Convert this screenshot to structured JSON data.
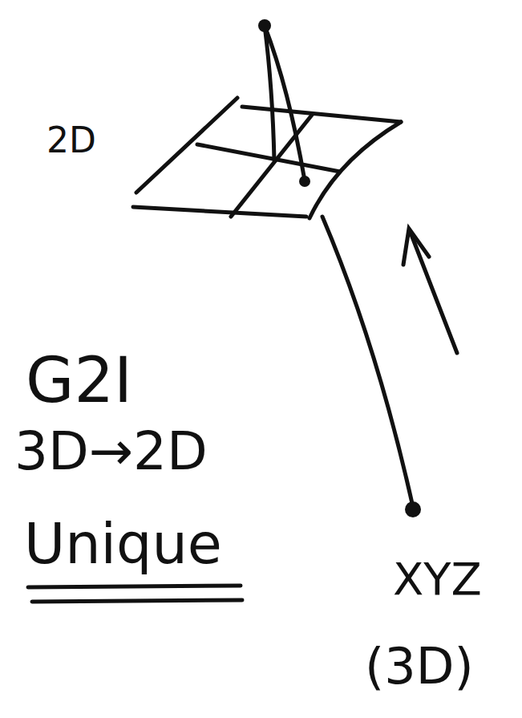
{
  "diagram": {
    "labels": [
      "2D",
      "G2I",
      "3D→2D",
      "Unique",
      "XYZ",
      "(3D)"
    ]
  }
}
